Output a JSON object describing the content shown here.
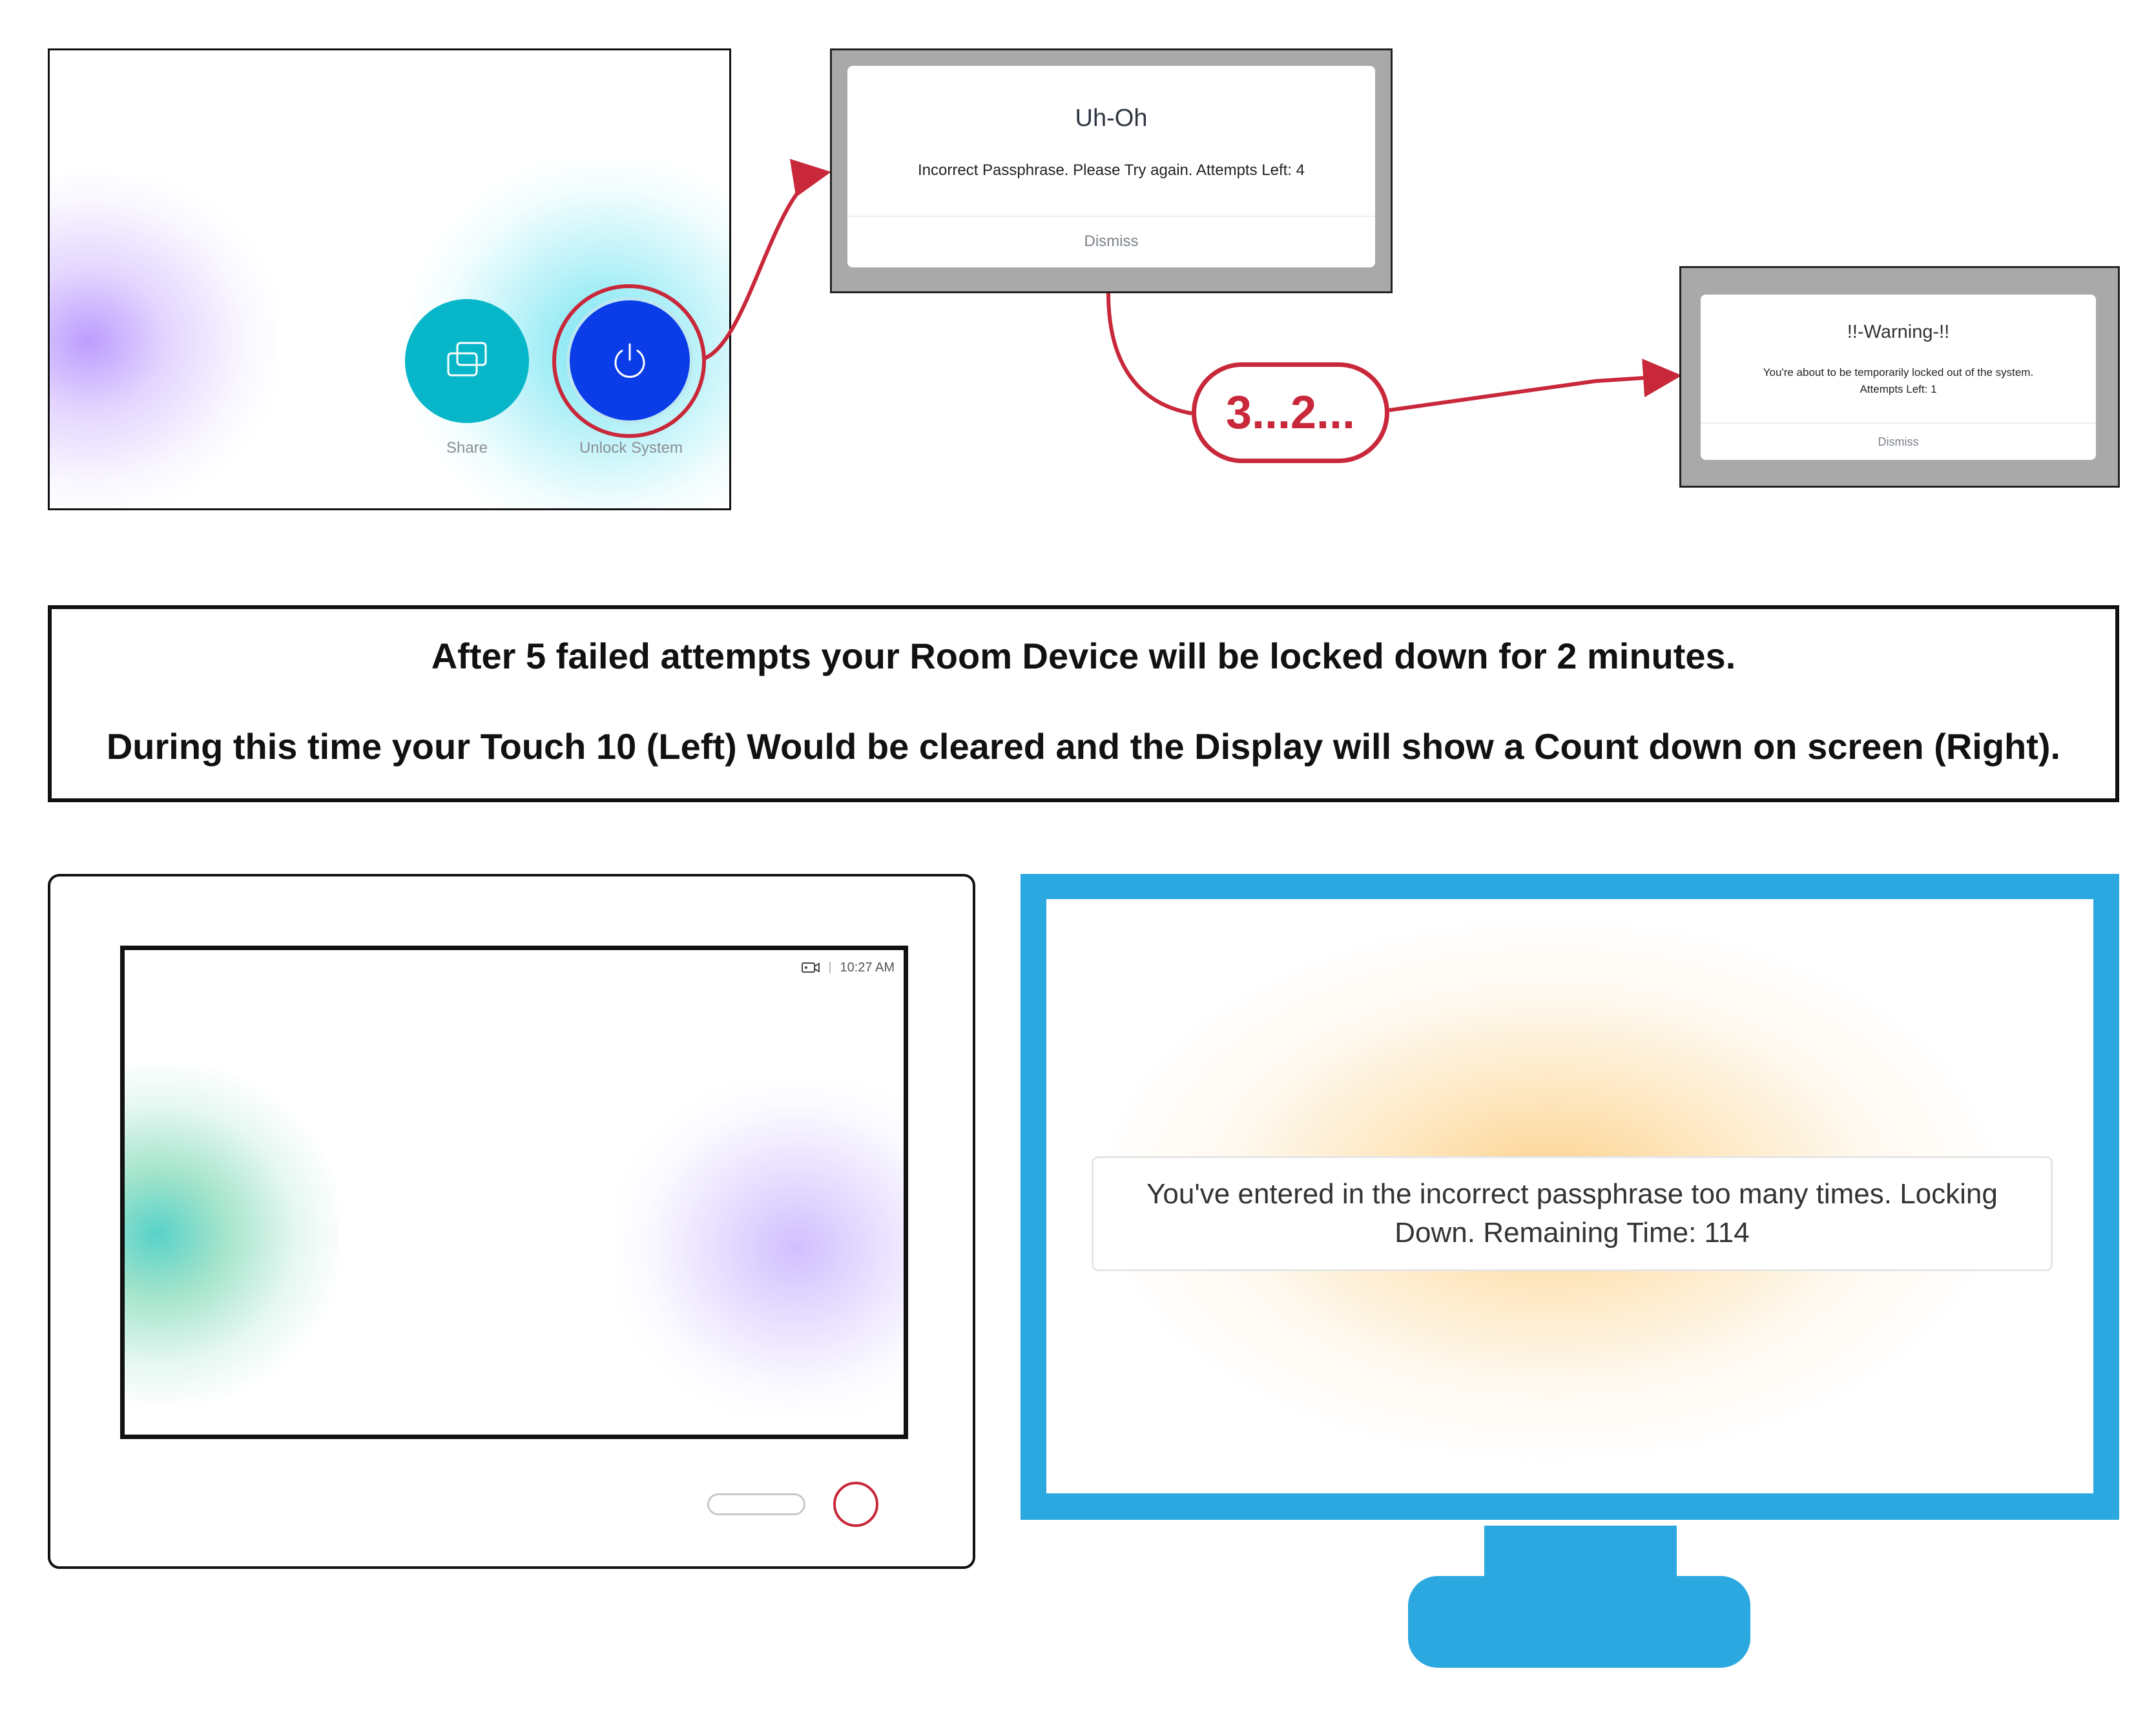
{
  "touch_top": {
    "share_label": "Share",
    "unlock_label": "Unlock System",
    "share_icon": "share-screen-icon",
    "unlock_icon": "power-icon"
  },
  "dialog_incorrect": {
    "title": "Uh-Oh",
    "message": "Incorrect Passphrase. Please Try again. Attempts Left: 4",
    "dismiss": "Dismiss"
  },
  "countdown_label": "3...2...",
  "dialog_warning": {
    "title": "!!-Warning-!!",
    "message_line1": "You're about to be temporarily locked out of the system.",
    "message_line2": "Attempts Left: 1",
    "dismiss": "Dismiss"
  },
  "info": {
    "line1": "After 5 failed attempts your Room Device will be locked down for 2 minutes.",
    "line2": "During this time your Touch 10 (Left) Would be cleared and the Display will show a Count down on screen (Right)."
  },
  "touch10": {
    "time": "10:27 AM",
    "camera_icon": "camera-icon"
  },
  "display": {
    "message": "You've entered in the incorrect passphrase too many times. Locking Down. Remaining Time: 114"
  },
  "colors": {
    "accent_red": "#c8283a",
    "monitor_blue": "#2aa8df",
    "share_teal": "#07b7c9",
    "unlock_blue": "#0a3de8"
  }
}
